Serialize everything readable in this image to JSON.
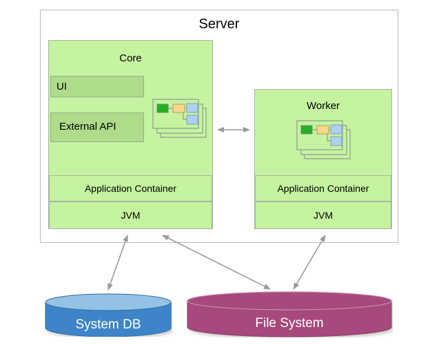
{
  "diagram": {
    "title": "Server",
    "server": {
      "label": "Server",
      "columns": [
        {
          "name": "core",
          "title": "Core",
          "components": [
            {
              "label": "UI",
              "name": "ui"
            },
            {
              "label": "External API",
              "name": "external-api"
            }
          ],
          "stack_icon": "workflow-stack-icon",
          "platform_rows": [
            {
              "label": "Application Container",
              "name": "application-container"
            },
            {
              "label": "JVM",
              "name": "jvm"
            }
          ]
        },
        {
          "name": "worker",
          "title": "Worker",
          "components": [],
          "stack_icon": "workflow-stack-icon",
          "platform_rows": [
            {
              "label": "Application Container",
              "name": "application-container"
            },
            {
              "label": "JVM",
              "name": "jvm"
            }
          ]
        }
      ]
    },
    "storage": [
      {
        "name": "system-db",
        "label": "System DB",
        "shape": "cylinder",
        "color": "#3d85c8",
        "top_color": "#93c2e4"
      },
      {
        "name": "file-system",
        "label": "File System",
        "shape": "cylinder",
        "color": "#a74a7c",
        "top_color": "#a74a7c"
      }
    ],
    "connectors": [
      {
        "name": "core-worker-link",
        "from": "core",
        "to": "worker",
        "style": "double-arrow",
        "orientation": "horizontal"
      },
      {
        "name": "core-systemdb-link",
        "from": "core-jvm",
        "to": "system-db",
        "style": "double-arrow"
      },
      {
        "name": "core-filesystem-link",
        "from": "core-jvm",
        "to": "file-system",
        "style": "double-arrow"
      },
      {
        "name": "worker-filesystem-link",
        "from": "worker-jvm",
        "to": "file-system",
        "style": "double-arrow"
      }
    ],
    "icon_legend": {
      "node_green": "#22b022",
      "node_orange": "#f8d68a",
      "node_blue": "#add1ec",
      "card_fill": "#c5f3a0",
      "card_border": "#9aab92"
    },
    "colors": {
      "panel_green": "#c5f3a0",
      "component_green": "#aedc8a",
      "border_gray": "#a9b4a5",
      "arrow_gray": "#9a9a9a"
    }
  }
}
